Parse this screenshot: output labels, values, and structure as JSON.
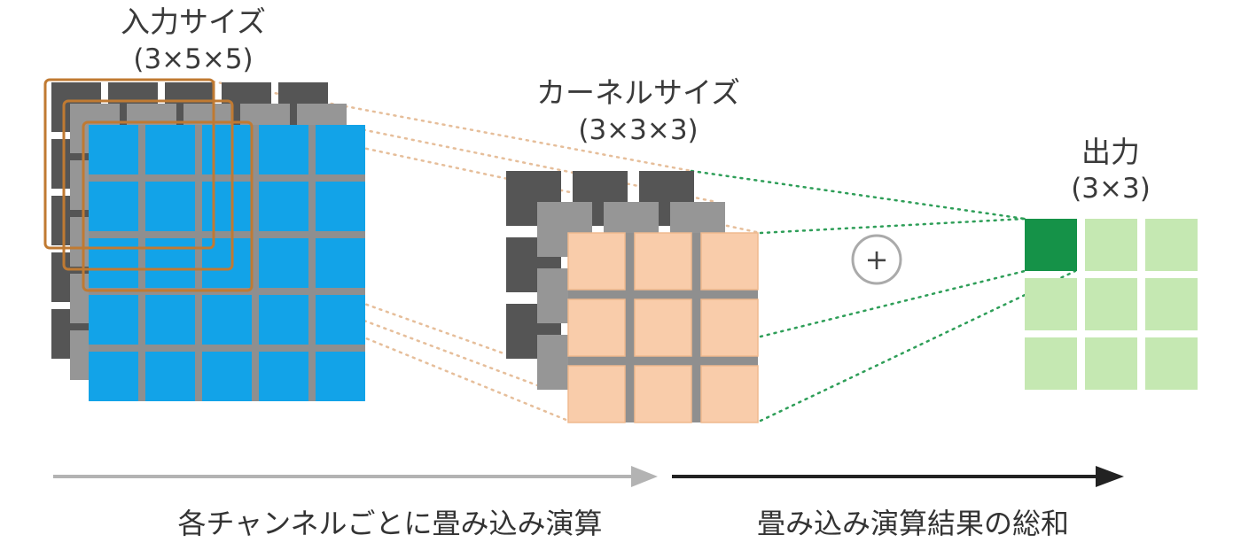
{
  "input": {
    "title": "入力サイズ",
    "size": "(3×5×5)",
    "grid": 5,
    "channel_colors": [
      "#555555",
      "#969696",
      "#12a3e8"
    ],
    "window_color": "#c07a32"
  },
  "kernel": {
    "title": "カーネルサイズ",
    "size": "(3×3×3)",
    "grid": 3,
    "channel_colors": [
      "#555555",
      "#969696",
      "#f9ccaa"
    ]
  },
  "sum_symbol": "+",
  "output": {
    "title": "出力",
    "size": "(3×3)",
    "grid": 3,
    "cell_color": "#c5e8b2",
    "highlight_color": "#159248"
  },
  "captions": {
    "per_channel": "各チャンネルごとに畳み込み演算",
    "summation": "畳み込み演算結果の総和"
  },
  "colors": {
    "input_link": "#e6be9a",
    "output_link": "#2e9e58",
    "arrow_light": "#b3b3b3",
    "arrow_dark": "#222222",
    "sum_circle": "#aaaaaa"
  }
}
